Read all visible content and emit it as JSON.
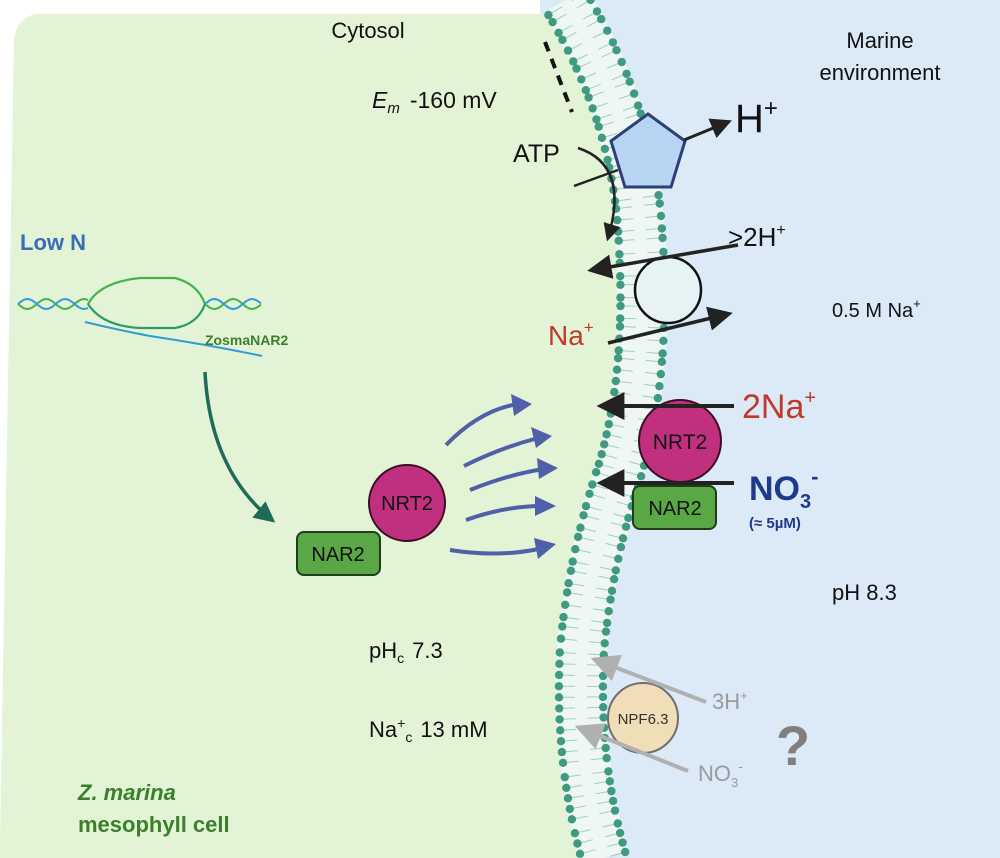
{
  "regions": {
    "cytosol_label": "Cytosol",
    "marine_label_line1": "Marine",
    "marine_label_line2": "environment"
  },
  "membrane_potential": {
    "symbol": "E",
    "subscript": "m",
    "value": "-160 mV"
  },
  "pump": {
    "atp_label": "ATP",
    "h_label": "H",
    "h_charge": "+"
  },
  "antiporter": {
    "h_label": ">2H",
    "h_charge": "+",
    "na_label": "Na",
    "na_charge": "+"
  },
  "external": {
    "na_conc": "0.5 M Na",
    "na_charge": "+",
    "ph": "pH 8.3"
  },
  "gene": {
    "condition": "Low N",
    "gene_name": "ZosmaNAR2"
  },
  "transporter": {
    "nrt2_label": "NRT2",
    "nar2_label": "NAR2",
    "na_label": "2Na",
    "na_charge": "+",
    "no3_label": "NO",
    "no3_sub": "3",
    "no3_charge": "-",
    "no3_conc": "(≈ 5µM)"
  },
  "cytosol_conditions": {
    "ph_prefix": "pH",
    "ph_sub": "c",
    "ph_value": "7.3",
    "na_prefix": "Na",
    "na_charge": "+",
    "na_sub": "c",
    "na_value": "13 mM"
  },
  "npf": {
    "label": "NPF6.3",
    "h_label": "3H",
    "h_charge": "+",
    "no3_label": "NO",
    "no3_sub": "3",
    "no3_charge": "-",
    "question": "?"
  },
  "cell": {
    "species": "Z. marina",
    "type": "mesophyll cell"
  },
  "colors": {
    "cytosol_bg": "#e3f3d6",
    "marine_bg": "#dce9f7",
    "membrane_head": "#3f9a7f",
    "membrane_fill": "#eef7f3",
    "nrt2": "#c0307e",
    "nar2": "#5aa845",
    "arrow_blue": "#4f5fa8",
    "na_red": "#c0392b",
    "no3_blue": "#1f3a8a",
    "gene_text": "#3b7f2b",
    "low_n": "#3b6cb5",
    "grey": "#9a9a9a"
  }
}
